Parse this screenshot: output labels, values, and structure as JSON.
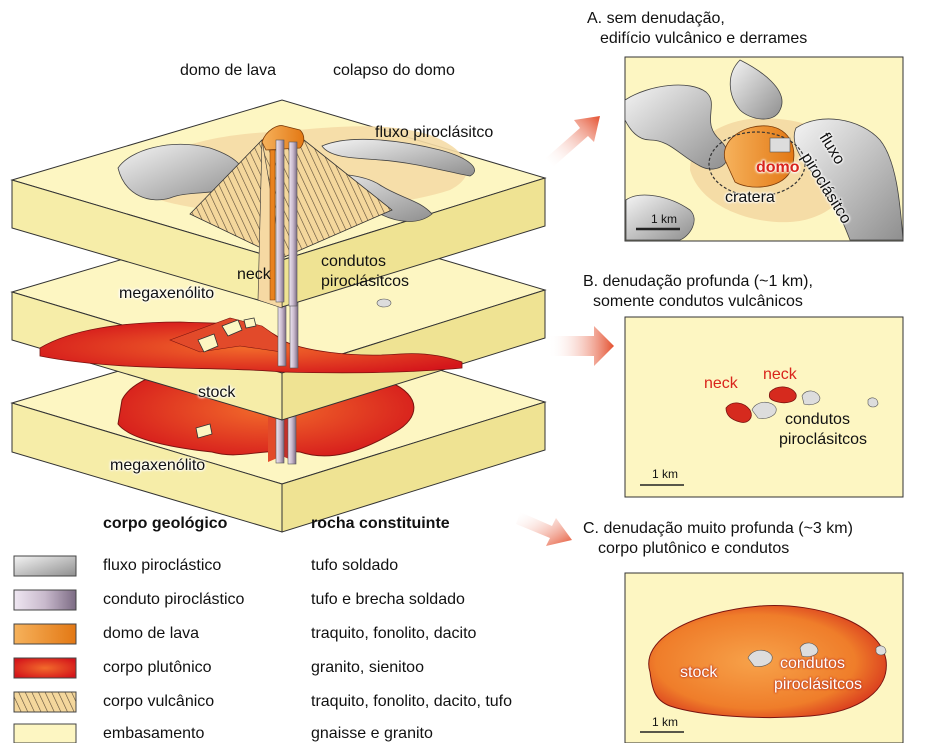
{
  "block_labels": {
    "lava_dome": "domo de lava",
    "dome_collapse": "colapso do domo",
    "pyroclastic_flow": "fluxo piroclásitco",
    "neck": "neck",
    "pyroclastic_conduits_line1": "condutos",
    "pyroclastic_conduits_line2": "piroclásitcos",
    "megaxenolith_top": "megaxenólito",
    "stock": "stock",
    "megaxenolith_bottom": "megaxenólito"
  },
  "panel_a": {
    "title_line1": "A. sem denudação,",
    "title_line2": "edifício vulcânico e derrames",
    "dome": "domo",
    "crater": "cratera",
    "flow_line1": "fluxo",
    "flow_line2": "piroclásitco",
    "scale": "1 km"
  },
  "panel_b": {
    "title_line1": "B. denudação profunda (~1 km),",
    "title_line2": "somente condutos vulcânicos",
    "neck_1": "neck",
    "neck_2": "neck",
    "conduits_line1": "condutos",
    "conduits_line2": "piroclásitcos",
    "scale": "1 km"
  },
  "panel_c": {
    "title_line1": "C. denudação muito profunda (~3 km)",
    "title_line2": "corpo plutônico e condutos",
    "stock": "stock",
    "conduits_line1": "condutos",
    "conduits_line2": "piroclásitcos",
    "scale": "1 km"
  },
  "legend": {
    "header_body": "corpo geológico",
    "header_rock": "rocha constituinte",
    "rows": [
      {
        "body": "fluxo piroclástico",
        "rock": "tufo soldado"
      },
      {
        "body": "conduto piroclástico",
        "rock": "tufo e brecha soldado"
      },
      {
        "body": "domo de lava",
        "rock": "traquito, fonolito, dacito"
      },
      {
        "body": "corpo plutônico",
        "rock": "granito, sienitoo"
      },
      {
        "body": "corpo vulcânico",
        "rock": "traquito, fonolito, dacito, tufo"
      },
      {
        "body": "embasamento",
        "rock": "gnaisse e granito"
      }
    ]
  },
  "colors": {
    "basement": "#fdf6c2",
    "basement_side": "#f3e89a",
    "pluton": "#d62a1e",
    "dome": "#e9821e",
    "flow": "#b9b9b9",
    "conduit": "#b6a9bd",
    "halo": "#f4d79c",
    "arrow": "#e8593c"
  }
}
